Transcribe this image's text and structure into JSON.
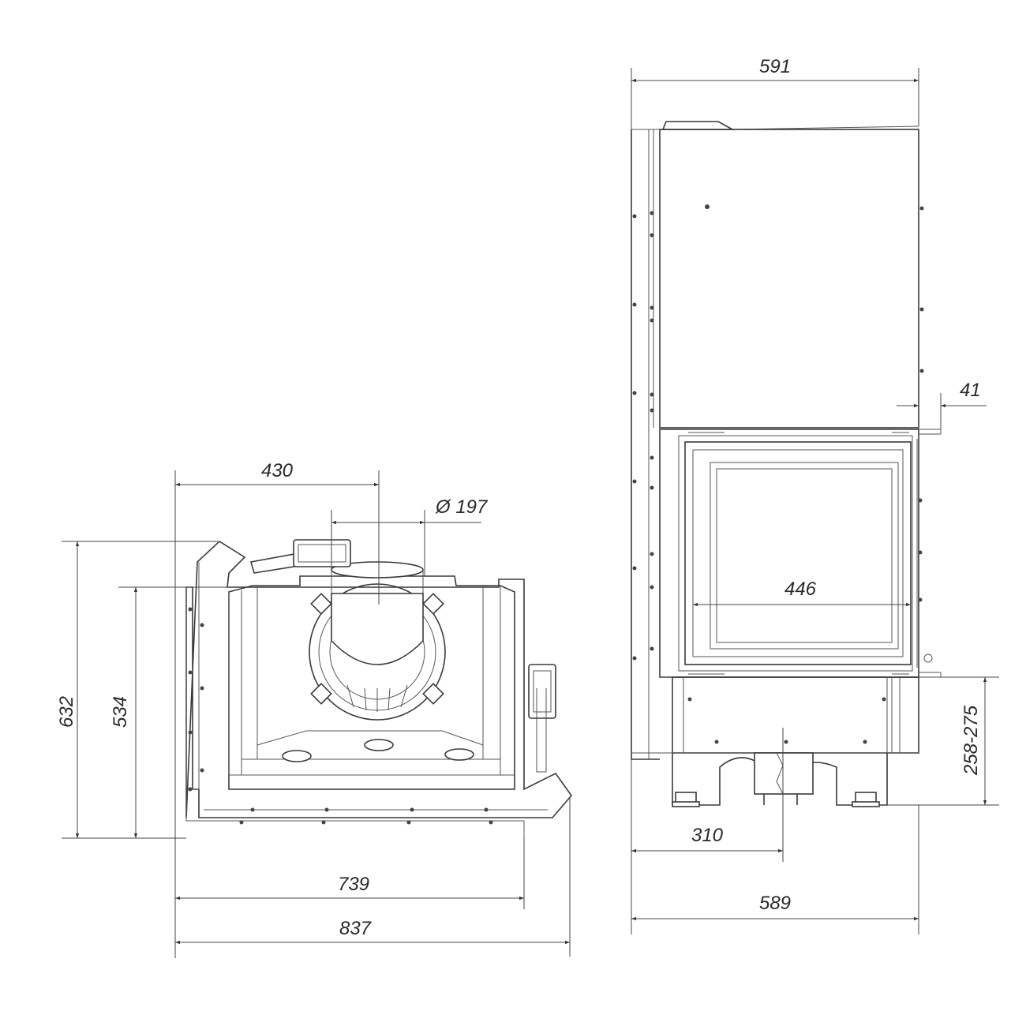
{
  "colors": {
    "line": "#3a3a3a",
    "background": "#ffffff"
  },
  "top_view": {
    "dims": {
      "offset_430": "430",
      "flue_diameter": "Ø 197",
      "total_depth_632": "632",
      "inner_depth_534": "534",
      "width_739": "739",
      "width_837": "837"
    }
  },
  "front_view": {
    "dims": {
      "total_width_591": "591",
      "door_step_41": "41",
      "opening_446": "446",
      "leg_height": "258-275",
      "flue_offset_310": "310",
      "base_width_589": "589"
    }
  }
}
